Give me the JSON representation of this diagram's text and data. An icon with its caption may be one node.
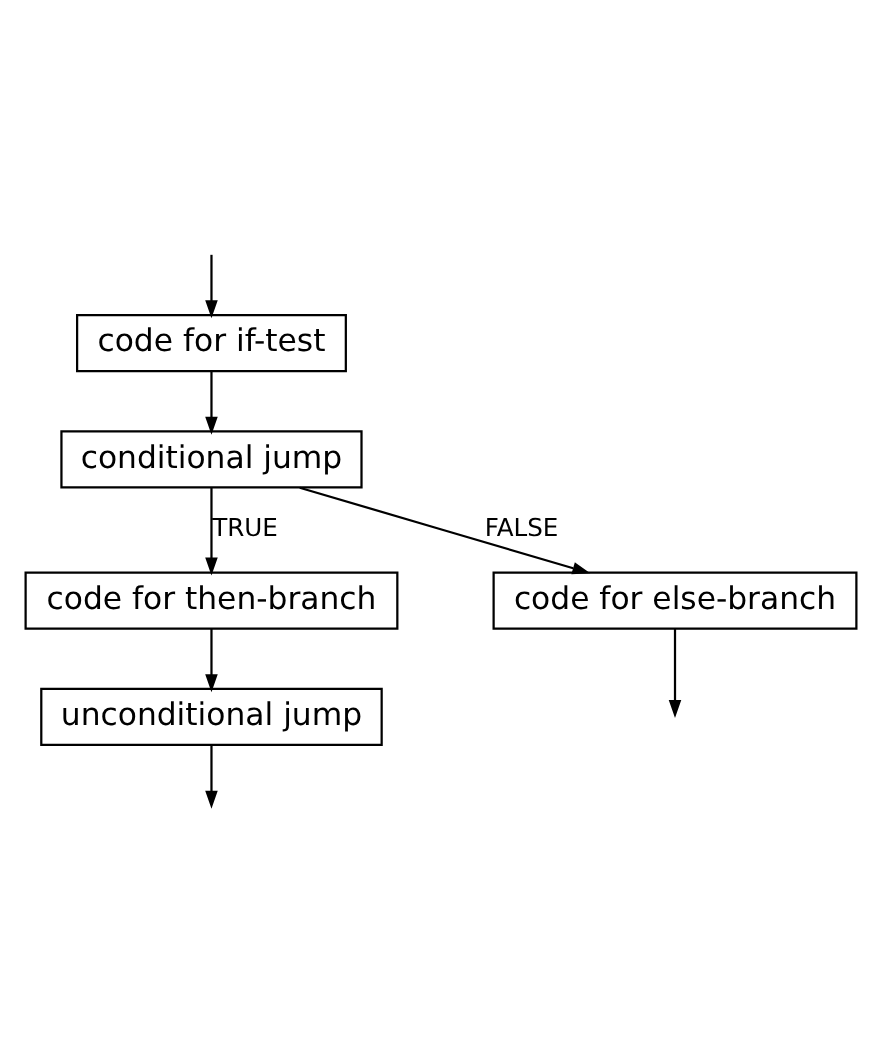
{
  "diagram": {
    "nodes": [
      {
        "text": [
          "code for if-test"
        ]
      },
      {
        "text": [
          "conditional jump"
        ]
      },
      {
        "text": [
          "code for then-branch"
        ]
      },
      {
        "text": [
          "unconditional jump"
        ]
      },
      {
        "text": [
          "code for else-branch"
        ]
      }
    ],
    "edges": [
      {
        "from": null,
        "to": 0,
        "arrow": "to"
      },
      {
        "from": 0,
        "to": 1,
        "arrow": "to"
      },
      {
        "from": 1,
        "to": 2,
        "arrow": "to",
        "label": "TRUE"
      },
      {
        "from": 2,
        "to": 3,
        "arrow": "to"
      },
      {
        "from": 1,
        "to": 4,
        "arrow": "to",
        "label": "FALSE"
      },
      {
        "from": 3,
        "to": null,
        "arrow": "to"
      },
      {
        "from": 4,
        "to": null,
        "arrow": "to"
      }
    ]
  }
}
